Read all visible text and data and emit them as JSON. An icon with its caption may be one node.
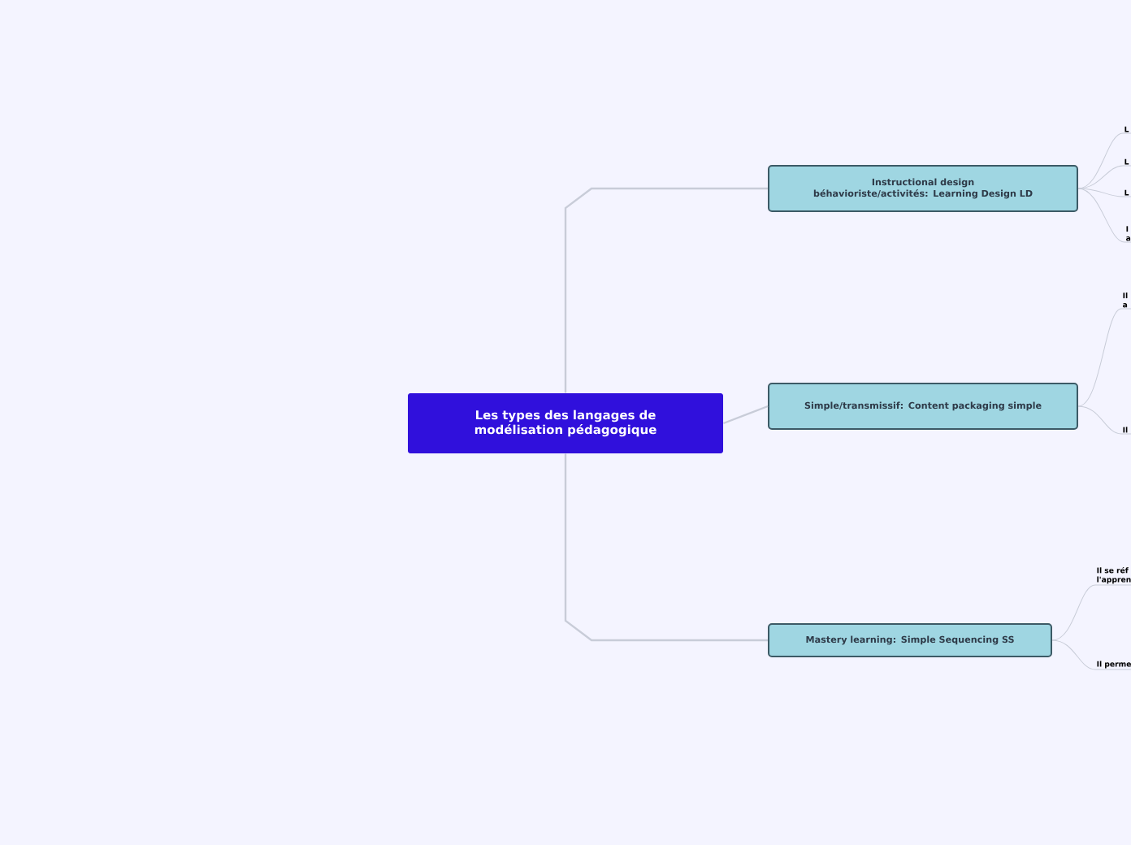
{
  "diagram": {
    "nodes": [
      {
        "text": [
          "Les types des langages de modélisation pédagogique"
        ]
      },
      {
        "text": [
          "Instructional design béhavioriste/activités: Learning Design LD"
        ]
      },
      {
        "text": [
          "Simple/transmissif: Content packaging simple"
        ]
      },
      {
        "text": [
          "Mastery learning: Simple Sequencing SS"
        ]
      },
      {
        "text": [
          "L"
        ]
      },
      {
        "text": [
          "L"
        ]
      },
      {
        "text": [
          "L"
        ]
      },
      {
        "text": [
          "I a"
        ]
      },
      {
        "text": [
          "Il a"
        ]
      },
      {
        "text": [
          "Il"
        ]
      },
      {
        "text": [
          "Il se réf l'appren"
        ]
      },
      {
        "text": [
          "Il perme"
        ]
      }
    ],
    "edges": [
      {
        "from": 0,
        "to": 1,
        "arrow": "none"
      },
      {
        "from": 0,
        "to": 2,
        "arrow": "none"
      },
      {
        "from": 0,
        "to": 3,
        "arrow": "none"
      },
      {
        "from": 1,
        "to": 4,
        "arrow": "none"
      },
      {
        "from": 1,
        "to": 5,
        "arrow": "none"
      },
      {
        "from": 1,
        "to": 6,
        "arrow": "none"
      },
      {
        "from": 1,
        "to": 7,
        "arrow": "none"
      },
      {
        "from": 2,
        "to": 8,
        "arrow": "none"
      },
      {
        "from": 2,
        "to": 9,
        "arrow": "none"
      },
      {
        "from": 3,
        "to": 10,
        "arrow": "none"
      },
      {
        "from": 3,
        "to": 11,
        "arrow": "none"
      }
    ]
  }
}
